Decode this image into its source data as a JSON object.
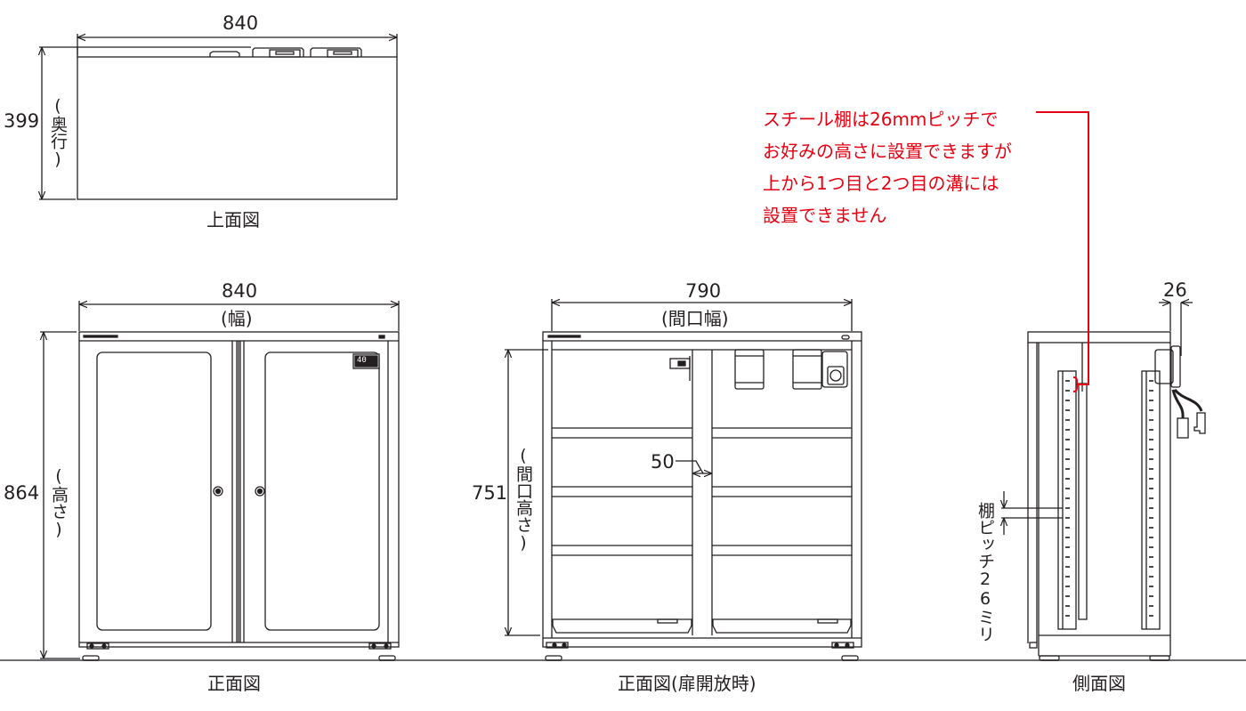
{
  "colors": {
    "line": "#231f20",
    "ground": "#6d6e71",
    "annotation": "#e60012"
  },
  "top_view": {
    "caption": "上面図",
    "width_dim": "840",
    "depth_dim": "399",
    "depth_label": "(奥行)"
  },
  "front_view": {
    "caption": "正面図",
    "width_dim": "840",
    "width_label": "(幅)",
    "height_dim": "864",
    "height_label": "(高さ)",
    "display_reading": "40"
  },
  "front_open_view": {
    "caption": "正面図(扉開放時)",
    "opening_width_dim": "790",
    "opening_width_label": "(間口幅)",
    "opening_height_dim": "751",
    "opening_height_label": "(間口高さ)",
    "center_post_dim": "50"
  },
  "side_view": {
    "caption": "側面図",
    "protrusion_dim": "26",
    "shelf_pitch_label": "棚ピッチ26ミリ"
  },
  "annotation": {
    "lines": [
      "スチール棚は26mmピッチで",
      "お好みの高さに設置できますが",
      "上から1つ目と2つ目の溝には",
      "設置できません"
    ]
  }
}
